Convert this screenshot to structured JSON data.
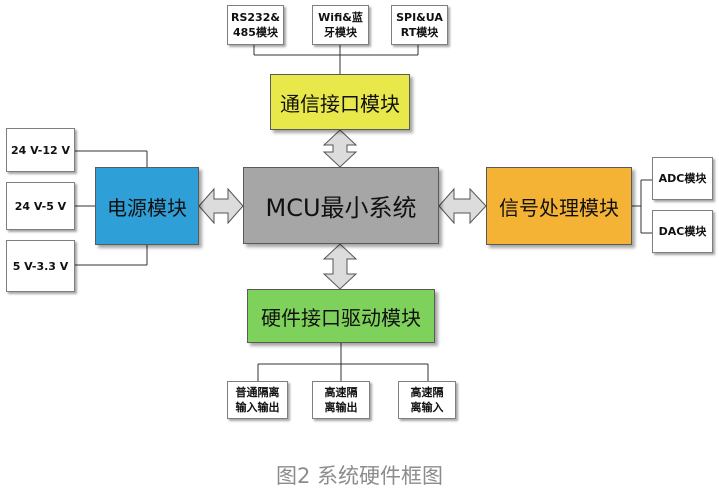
{
  "communication": {
    "items": [
      "RS232&\n485模块",
      "Wifi&蓝\n牙模块",
      "SPI&UA\nRT模块"
    ],
    "label": "通信接口模块",
    "color": "#e8e84a"
  },
  "power": {
    "items": [
      "24 V-12 V",
      "24 V-5 V",
      "5 V-3.3 V"
    ],
    "label": "电源模块",
    "color": "#2f9fd8"
  },
  "mcu": {
    "label": "MCU最小系统",
    "color": "#a6a6a6"
  },
  "signal": {
    "label": "信号处理模块",
    "items": [
      "ADC模块",
      "DAC模块"
    ],
    "color": "#f5b335"
  },
  "hardware": {
    "label": "硬件接口驱动模块",
    "items": [
      "普通隔离\n输入输出",
      "高速隔\n离输出",
      "高速隔\n离输入"
    ],
    "color": "#7ed25b"
  },
  "caption": "图2 系统硬件框图"
}
